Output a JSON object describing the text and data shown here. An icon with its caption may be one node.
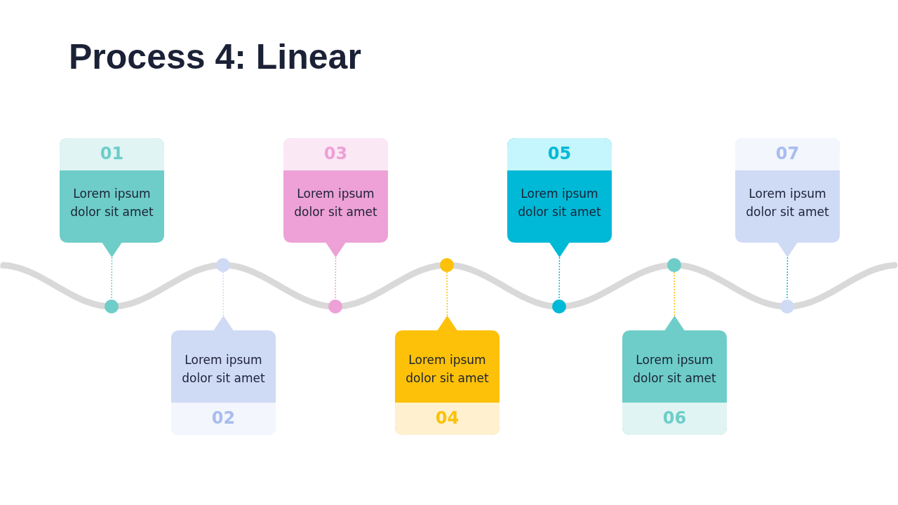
{
  "diagram": {
    "title": "Process 4: Linear",
    "nodes": [
      {
        "text": [
          "01",
          "Lorem ipsum dolor sit amet"
        ]
      },
      {
        "text": [
          "Lorem ipsum dolor sit amet",
          "02"
        ]
      },
      {
        "text": [
          "03",
          "Lorem ipsum dolor sit amet"
        ]
      },
      {
        "text": [
          "Lorem ipsum dolor sit amet",
          "04"
        ]
      },
      {
        "text": [
          "05",
          "Lorem ipsum dolor sit amet"
        ]
      },
      {
        "text": [
          "Lorem ipsum dolor sit amet",
          "06"
        ]
      },
      {
        "text": [
          "07",
          "Lorem ipsum dolor sit amet"
        ]
      },
      {
        "text": [],
        "shape": "circle"
      },
      {
        "text": [],
        "shape": "circle"
      },
      {
        "text": [],
        "shape": "circle"
      },
      {
        "text": [],
        "shape": "circle"
      },
      {
        "text": [],
        "shape": "circle"
      },
      {
        "text": [],
        "shape": "circle"
      },
      {
        "text": [],
        "shape": "circle"
      }
    ],
    "edges": [
      {
        "from": 0,
        "to": 7,
        "arrow": "none",
        "style": "dashed",
        "color": "#6ecdc8"
      },
      {
        "from": 1,
        "to": 8,
        "arrow": "none",
        "style": "dashed",
        "color": "#cfdaf5"
      },
      {
        "from": 2,
        "to": 9,
        "arrow": "none",
        "style": "dashed",
        "color": "#eda1d6"
      },
      {
        "from": 3,
        "to": 10,
        "arrow": "none",
        "style": "dashed",
        "color": "#fcc108"
      },
      {
        "from": 4,
        "to": 11,
        "arrow": "none",
        "style": "dashed",
        "color": "#00b9d6"
      },
      {
        "from": 5,
        "to": 12,
        "arrow": "none",
        "style": "dashed",
        "color": "#fcc108"
      },
      {
        "from": 6,
        "to": 13,
        "arrow": "none",
        "style": "dashed",
        "color": "#00b9d6"
      }
    ]
  }
}
